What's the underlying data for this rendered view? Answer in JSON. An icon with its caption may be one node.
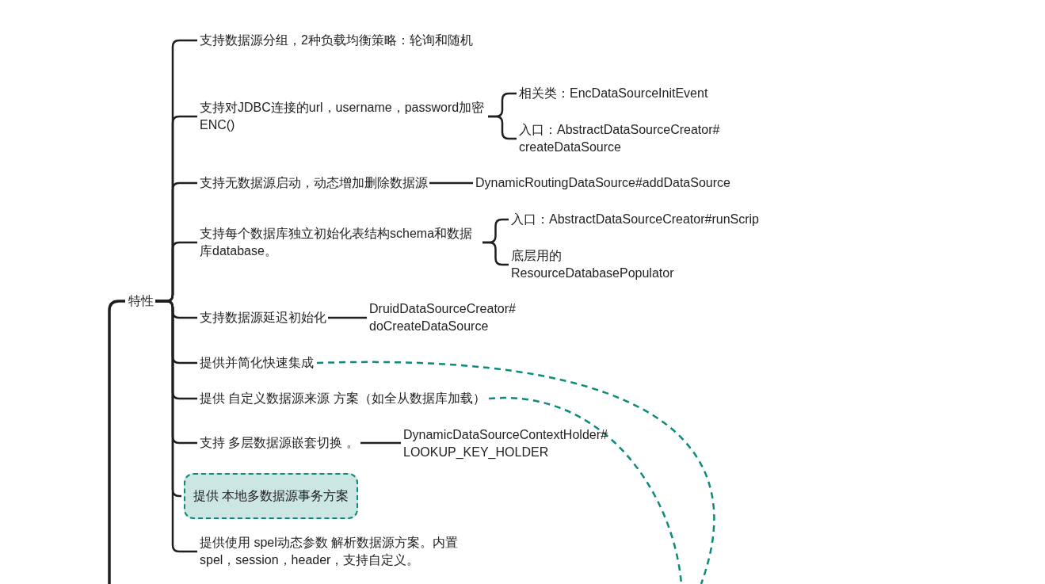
{
  "diagram": {
    "nodes": [
      {
        "text": [
          "特性"
        ]
      },
      {
        "text": [
          "支持数据源分组，2种负载均衡策略：轮询和随机"
        ]
      },
      {
        "text": [
          "支持对JDBC连接的url，username，password加密 ENC()"
        ]
      },
      {
        "text": [
          "相关类：EncDataSourceInitEvent"
        ]
      },
      {
        "text": [
          "入口：AbstractDataSourceCreator# createDataSource"
        ]
      },
      {
        "text": [
          "支持无数据源启动，动态增加删除数据源"
        ]
      },
      {
        "text": [
          "DynamicRoutingDataSource#addDataSource"
        ]
      },
      {
        "text": [
          "支持每个数据库独立初始化表结构schema和数据库database。"
        ]
      },
      {
        "text": [
          "入口：AbstractDataSourceCreator#runScrip"
        ]
      },
      {
        "text": [
          "底层用的 ResourceDatabasePopulator"
        ]
      },
      {
        "text": [
          "支持数据源延迟初始化"
        ]
      },
      {
        "text": [
          "DruidDataSourceCreator# doCreateDataSource"
        ]
      },
      {
        "text": [
          "提供并简化快速集成"
        ]
      },
      {
        "text": [
          "提供 自定义数据源来源 方案（如全从数据库加载）"
        ]
      },
      {
        "text": [
          "支持 多层数据源嵌套切换 。"
        ]
      },
      {
        "text": [
          "DynamicDataSourceContextHolder# LOOKUP_KEY_HOLDER"
        ]
      },
      {
        "text": [
          "提供 本地多数据源事务方案"
        ]
      },
      {
        "text": [
          "提供使用 spel动态参数 解析数据源方案。内置spel，session，header，支持自定义。"
        ]
      }
    ],
    "edges": [
      {
        "from": null,
        "to": 0,
        "arrow": "none"
      },
      {
        "from": 0,
        "to": 1,
        "arrow": "none"
      },
      {
        "from": 0,
        "to": 2,
        "arrow": "none"
      },
      {
        "from": 0,
        "to": 5,
        "arrow": "none"
      },
      {
        "from": 0,
        "to": 7,
        "arrow": "none"
      },
      {
        "from": 0,
        "to": 10,
        "arrow": "none"
      },
      {
        "from": 0,
        "to": 12,
        "arrow": "none"
      },
      {
        "from": 0,
        "to": 13,
        "arrow": "none"
      },
      {
        "from": 0,
        "to": 14,
        "arrow": "none"
      },
      {
        "from": 0,
        "to": 16,
        "arrow": "none"
      },
      {
        "from": 0,
        "to": 17,
        "arrow": "none"
      },
      {
        "from": 2,
        "to": 3,
        "arrow": "none"
      },
      {
        "from": 2,
        "to": 4,
        "arrow": "none"
      },
      {
        "from": 5,
        "to": 6,
        "arrow": "none"
      },
      {
        "from": 7,
        "to": 8,
        "arrow": "none"
      },
      {
        "from": 7,
        "to": 9,
        "arrow": "none"
      },
      {
        "from": 10,
        "to": 11,
        "arrow": "none"
      },
      {
        "from": 14,
        "to": 15,
        "arrow": "none"
      },
      {
        "from": 12,
        "to": null,
        "arrow": "none",
        "style": "dashed",
        "color": "#0e8a7a"
      },
      {
        "from": 13,
        "to": null,
        "arrow": "none",
        "style": "dashed",
        "color": "#0e8a7a"
      }
    ]
  }
}
